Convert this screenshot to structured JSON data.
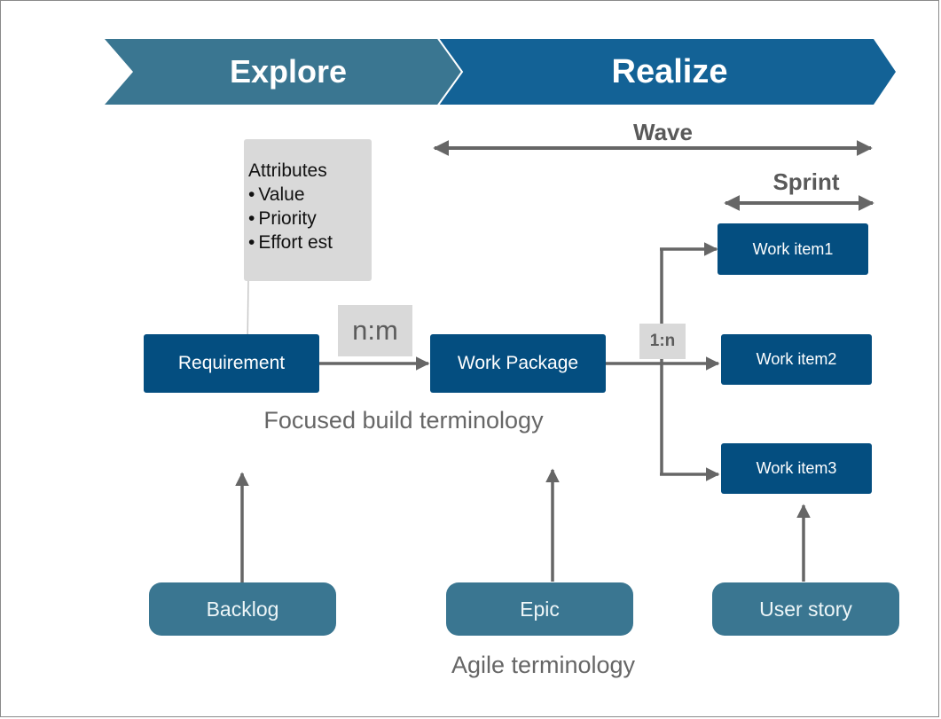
{
  "phases": [
    {
      "label": "Explore",
      "color": "#3a7691"
    },
    {
      "label": "Realize",
      "color": "#136296"
    }
  ],
  "spans": {
    "wave": {
      "label": "Wave"
    },
    "sprint": {
      "label": "Sprint"
    }
  },
  "attributes_callout": {
    "title": "Attributes",
    "items": [
      "Value",
      "Priority",
      "Effort est"
    ]
  },
  "focused_build": {
    "requirement": "Requirement",
    "work_package": "Work Package",
    "relation_req_wp": "n:m",
    "relation_wp_items": "1:n",
    "work_items": [
      "Work item1",
      "Work item2",
      "Work item3"
    ],
    "caption": "Focused build terminology"
  },
  "agile": {
    "backlog": "Backlog",
    "epic": "Epic",
    "user_story": "User story",
    "caption": "Agile terminology"
  },
  "colors": {
    "box": "#044e80",
    "pill": "#3a7691",
    "arrow": "#666666",
    "label_bg": "#d9d9d9"
  }
}
